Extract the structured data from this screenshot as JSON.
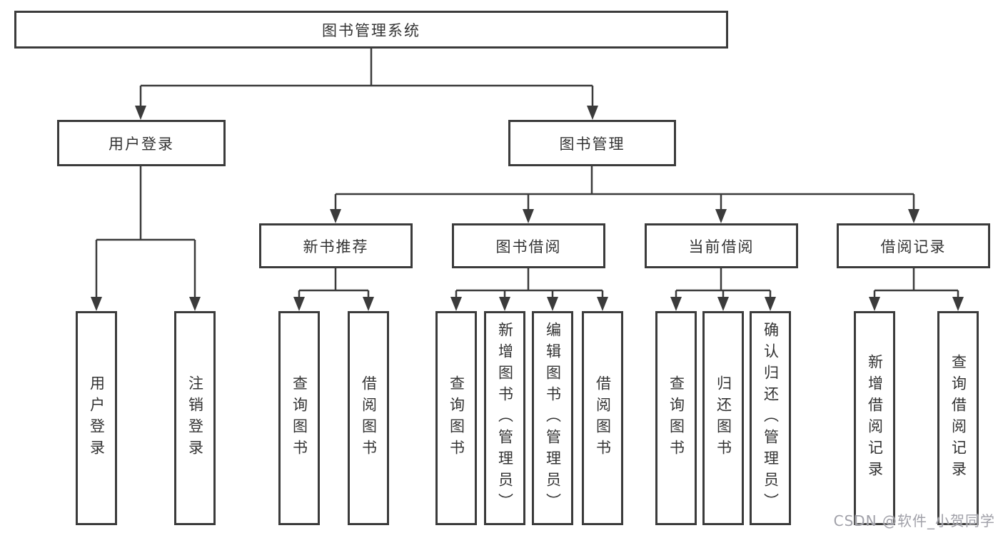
{
  "colors": {
    "line": "#3b3b3b",
    "box_border": "#3b3b3b",
    "box_background": "#ffffff",
    "text": "#333333",
    "watermark": "#a0a0a8"
  },
  "diagram": {
    "root": {
      "label": "图书管理系统"
    },
    "level2": [
      {
        "label": "用户登录"
      },
      {
        "label": "图书管理"
      }
    ],
    "level3": [
      {
        "label": "新书推荐"
      },
      {
        "label": "图书借阅"
      },
      {
        "label": "当前借阅"
      },
      {
        "label": "借阅记录"
      }
    ],
    "leaves": [
      {
        "parent": "用户登录",
        "label": "用户登录"
      },
      {
        "parent": "用户登录",
        "label": "注销登录"
      },
      {
        "parent": "新书推荐",
        "label": "查询图书"
      },
      {
        "parent": "新书推荐",
        "label": "借阅图书"
      },
      {
        "parent": "图书借阅",
        "label": "查询图书"
      },
      {
        "parent": "图书借阅",
        "label": "新增图书（管理员）"
      },
      {
        "parent": "图书借阅",
        "label": "编辑图书（管理员）"
      },
      {
        "parent": "图书借阅",
        "label": "借阅图书"
      },
      {
        "parent": "当前借阅",
        "label": "查询图书"
      },
      {
        "parent": "当前借阅",
        "label": "归还图书"
      },
      {
        "parent": "当前借阅",
        "label": "确认归还（管理员）"
      },
      {
        "parent": "借阅记录",
        "label": "新增借阅记录"
      },
      {
        "parent": "借阅记录",
        "label": "查询借阅记录"
      }
    ]
  },
  "watermark": {
    "text": "CSDN @软件_小贺同学"
  }
}
